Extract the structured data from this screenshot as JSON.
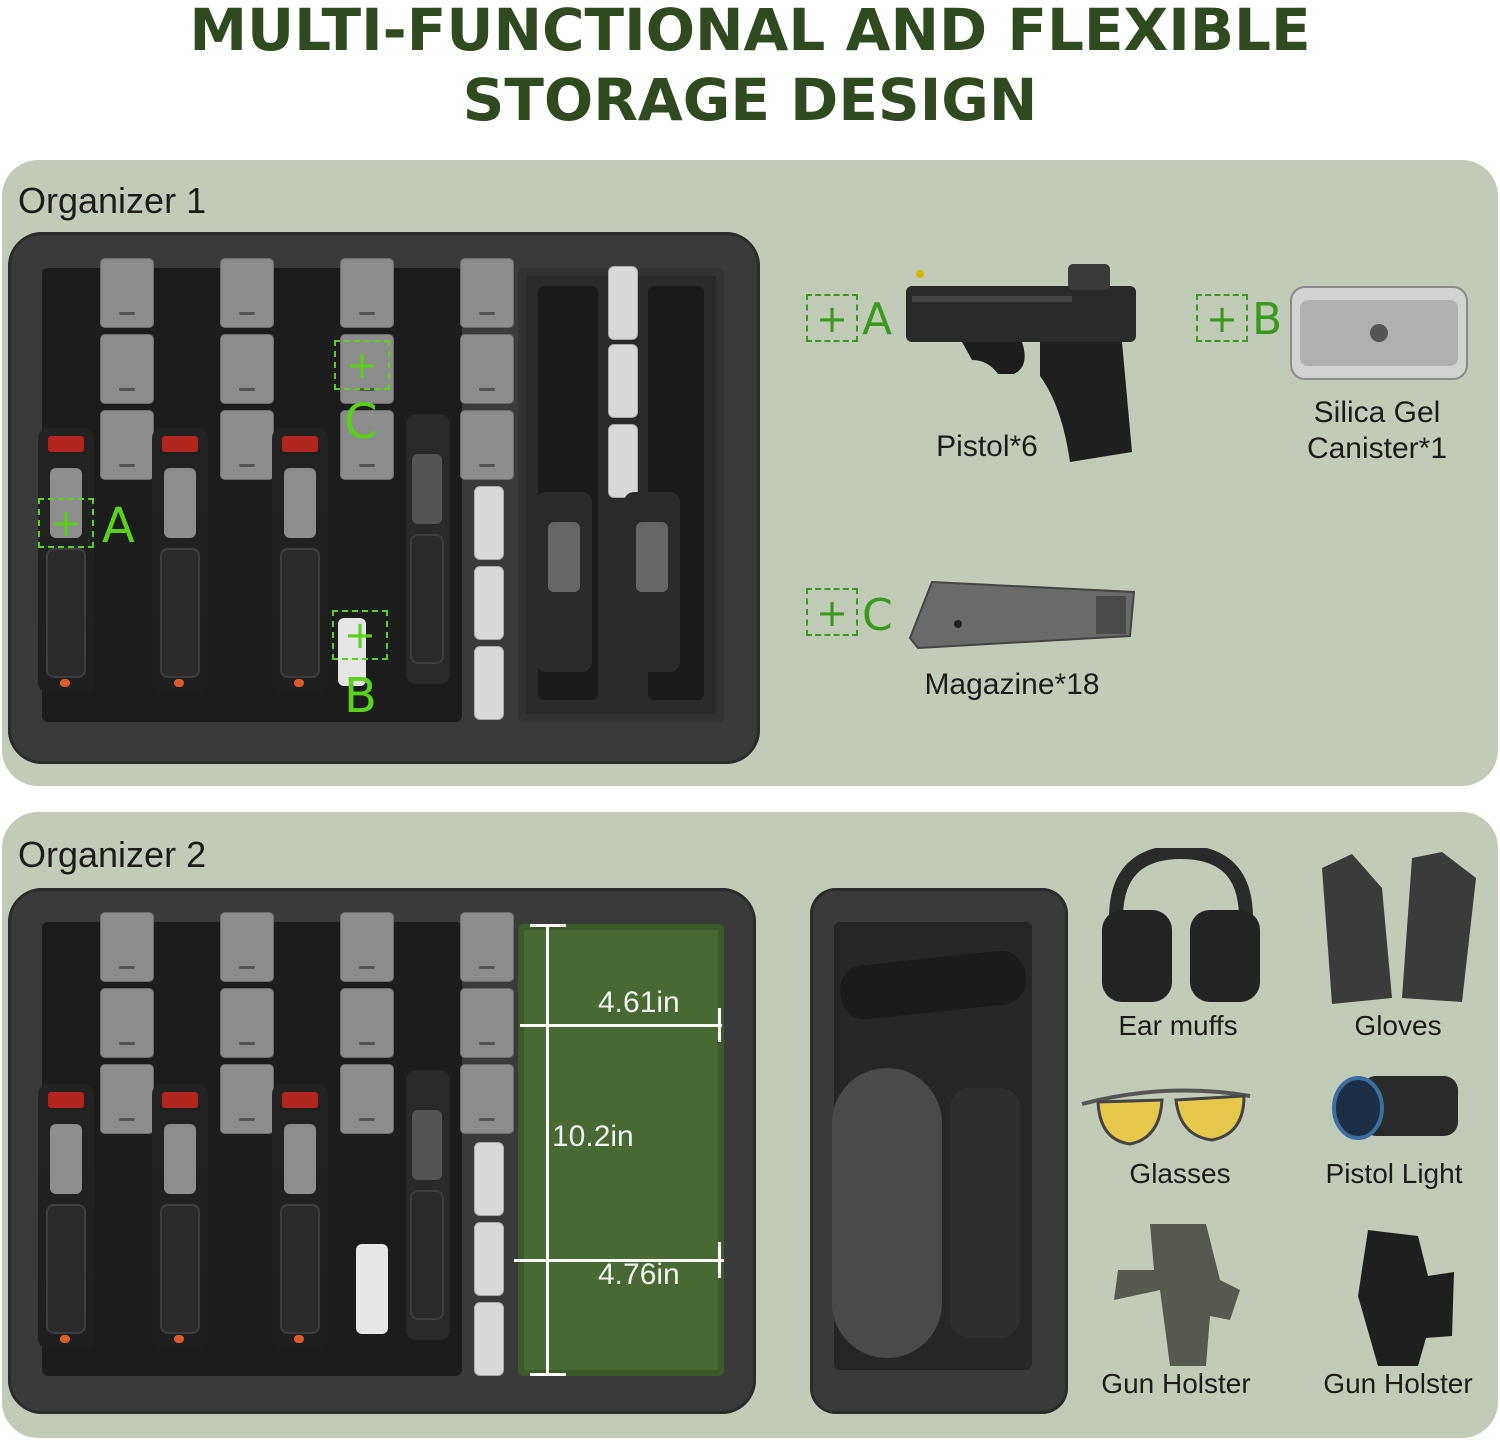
{
  "header": {
    "title_line1": "MULTI-FUNCTIONAL AND FLEXIBLE",
    "title_line2": "STORAGE DESIGN"
  },
  "organizer1": {
    "label": "Organizer 1",
    "markers": {
      "a": "A",
      "b": "B",
      "c": "C"
    },
    "legend": [
      {
        "letter": "A",
        "caption": "Pistol*6",
        "icon": "pistol-icon"
      },
      {
        "letter": "B",
        "caption_line1": "Silica Gel",
        "caption_line2": "Canister*1",
        "icon": "silica-gel-canister-icon"
      },
      {
        "letter": "C",
        "caption": "Magazine*18",
        "icon": "magazine-icon"
      }
    ]
  },
  "organizer2": {
    "label": "Organizer 2",
    "dimensions": {
      "top_width": "4.61in",
      "height": "10.2in",
      "bottom_width": "4.76in"
    },
    "accessories": [
      {
        "caption": "Ear muffs",
        "icon": "ear-muffs-icon"
      },
      {
        "caption": "Gloves",
        "icon": "gloves-icon"
      },
      {
        "caption": "Glasses",
        "icon": "glasses-icon"
      },
      {
        "caption": "Pistol Light",
        "icon": "pistol-light-icon"
      },
      {
        "caption": "Gun Holster",
        "icon": "gun-holster-icon"
      },
      {
        "caption": "Gun Holster",
        "icon": "gun-holster-icon"
      }
    ]
  },
  "colors": {
    "title": "#2f4a1e",
    "panel": "#c2cbb8",
    "foam": "#3a3a3a",
    "marker_green": "#5ad11a",
    "legend_green": "#3a9a1e",
    "bay_green": "#486a32"
  }
}
